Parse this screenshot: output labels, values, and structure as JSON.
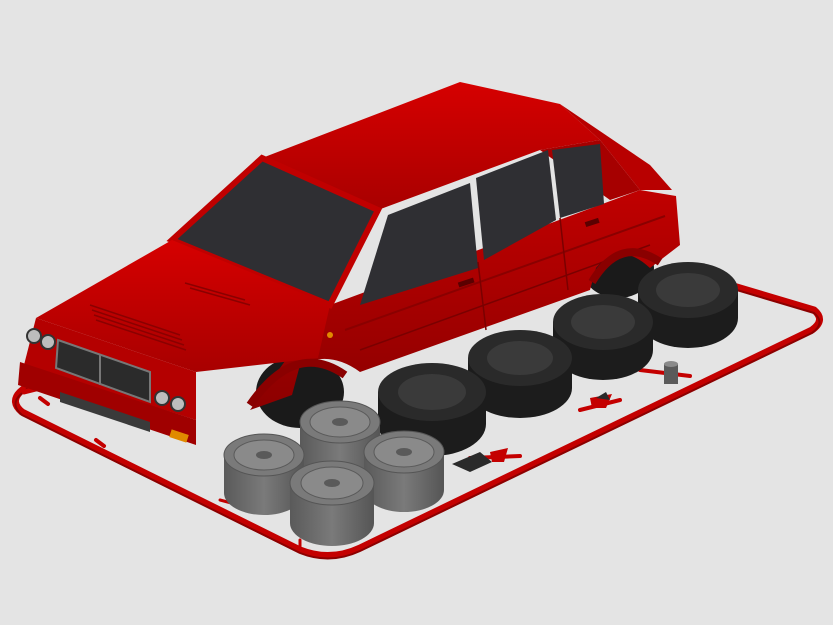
{
  "scene": {
    "background": "#e4e4e4",
    "subject": "red-hatchback-model-kit",
    "colors": {
      "body": "#c80000",
      "body_shade": "#9a0000",
      "body_dark": "#6e0000",
      "glass": "#2f2f33",
      "tire": "#2a2a2a",
      "tire_side": "#1c1c1c",
      "wheel": "#6b6b6b",
      "wheel_light": "#8a8a8a",
      "sprue": "#c40000",
      "light": "#bdbdbd",
      "grille": "#2b2b2b"
    },
    "parts": {
      "tires": 4,
      "wheels": 4,
      "small_parts": 3
    }
  }
}
